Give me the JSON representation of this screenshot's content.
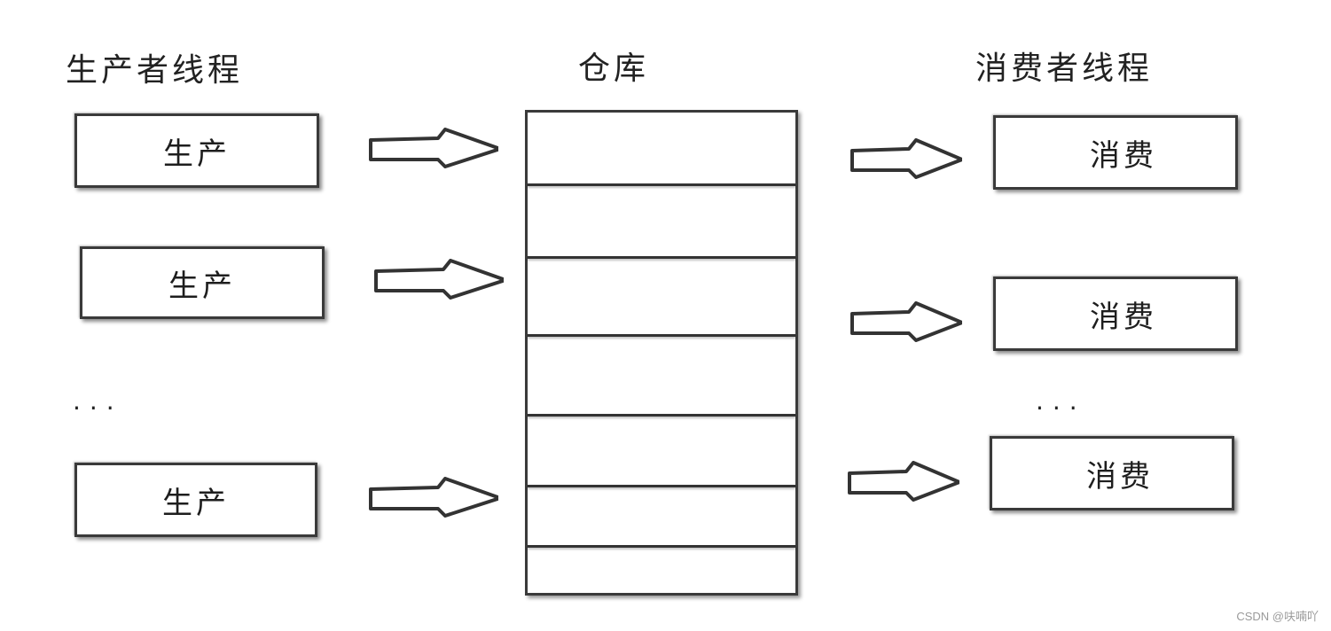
{
  "headings": {
    "producers": "生产者线程",
    "warehouse": "仓库",
    "consumers": "消费者线程"
  },
  "producers": [
    {
      "label": "生产"
    },
    {
      "label": "生产"
    },
    {
      "label": "生产"
    }
  ],
  "producer_ellipsis": "...",
  "consumers": [
    {
      "label": "消费"
    },
    {
      "label": "消费"
    },
    {
      "label": "消费"
    }
  ],
  "consumer_ellipsis": "...",
  "warehouse": {
    "slot_count": 7
  },
  "icons": {
    "arrow": "right-arrow-icon"
  },
  "watermark": "CSDN @呋喃吖"
}
